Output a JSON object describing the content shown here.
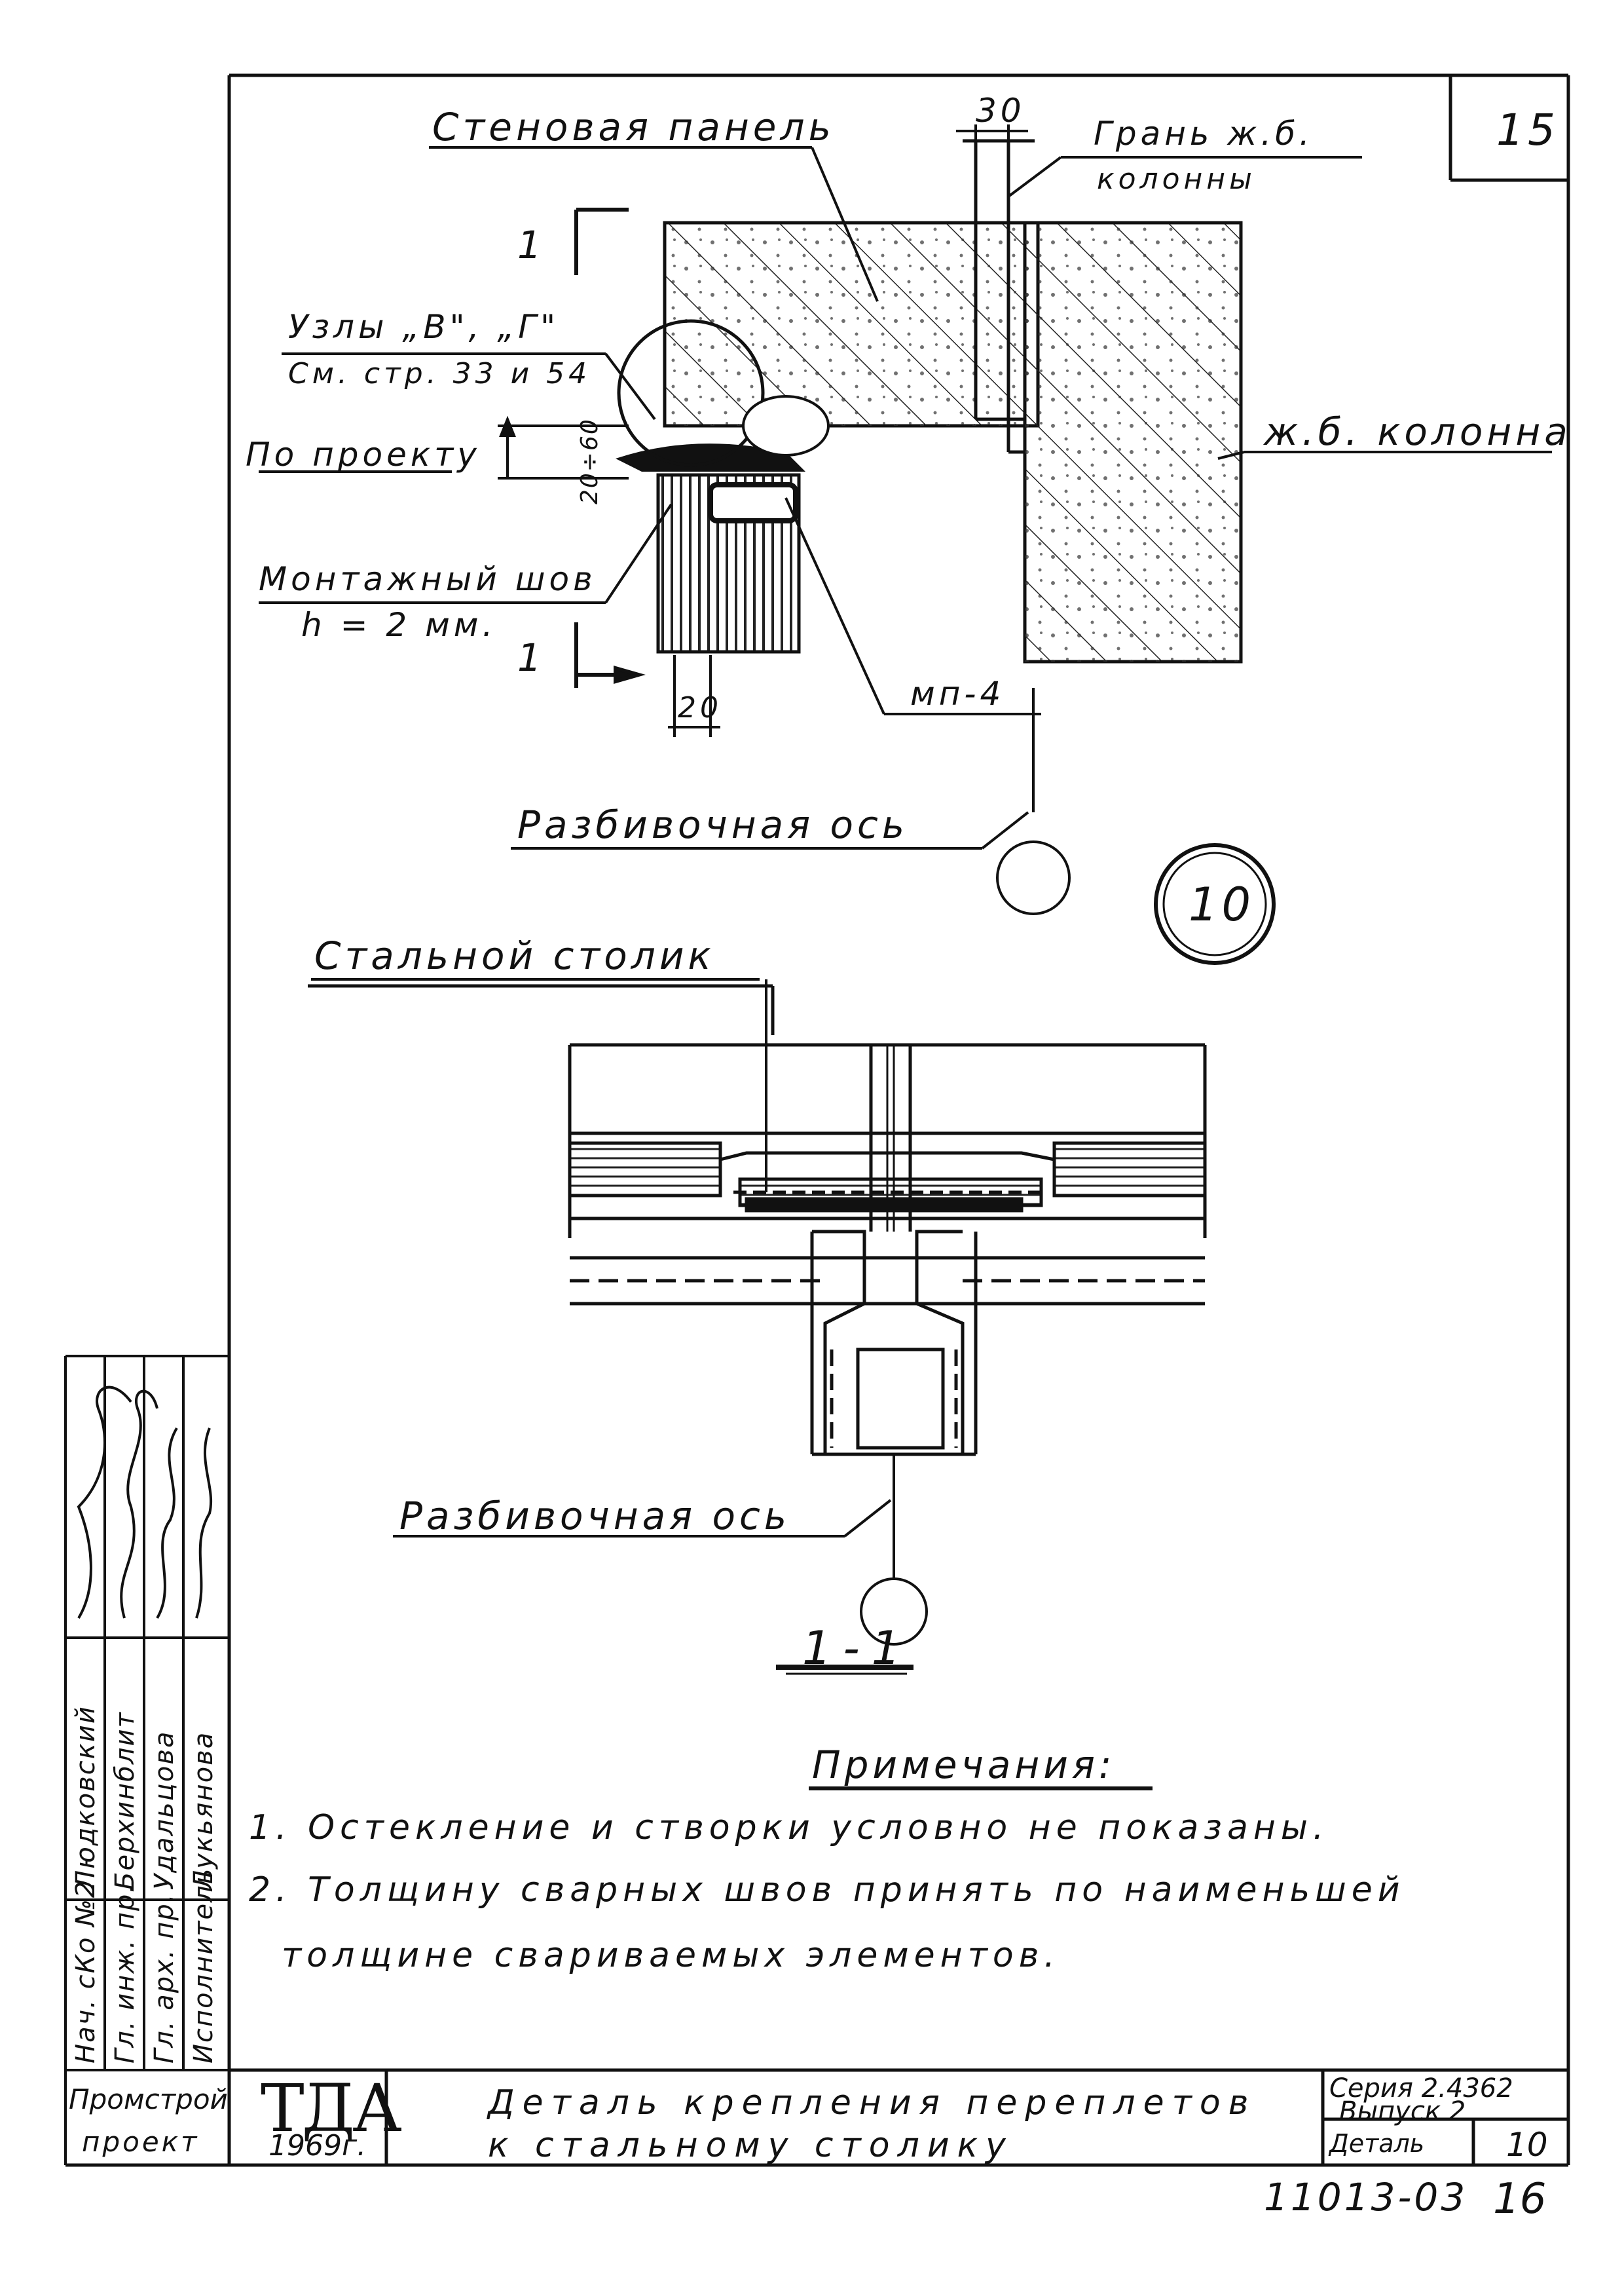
{
  "sheet": {
    "page_number": "15",
    "bottom_code": "11013-03",
    "bottom_sheet": "16"
  },
  "drawing_top": {
    "wall_panel": "Стеновая панель",
    "column_face": "Грань ж.б.",
    "column_face_2": "колонны",
    "dim_30": "30",
    "nodes": "Узлы „В\", „Г\"",
    "see_pages": "См. стр. 33 и 54",
    "per_project": "По проекту",
    "dim_vertical": "20÷60",
    "mounting_seam": "Монтажный шов",
    "seam_h": "h = 2 мм.",
    "dim_20": "20",
    "section_mark": "1",
    "mp4": "мп-4",
    "rc_column": "ж.б. колонна",
    "layout_axis": "Разбивочная ось",
    "detail_number": "10"
  },
  "drawing_section": {
    "steel_table": "Стальной столик",
    "layout_axis": "Разбивочная ось",
    "section_title": "1-1"
  },
  "notes": {
    "title": "Примечания:",
    "items": [
      "1. Остекление и створки условно не показаны.",
      "2. Толщину сварных швов принять по наименьшей",
      "толщине свариваемых элементов."
    ]
  },
  "side_stamp": {
    "roles": [
      "Нач. сКо №2",
      "Гл. инж. пр.",
      "Гл. арх. пр.",
      "Исполнитель"
    ],
    "names": [
      "Людковский",
      "Берхинблит",
      "Удальцова",
      "Лукьянова"
    ],
    "org_1": "Промстрой",
    "org_2": "проект"
  },
  "title_block": {
    "logo": "ТДА",
    "year": "1969г.",
    "title_line1": "Деталь крепления переплетов",
    "title_line2": "к стальному столику",
    "series": "Серия 2.4362",
    "issue": "Выпуск 2",
    "detail_label": "Деталь",
    "detail_value": "10"
  }
}
